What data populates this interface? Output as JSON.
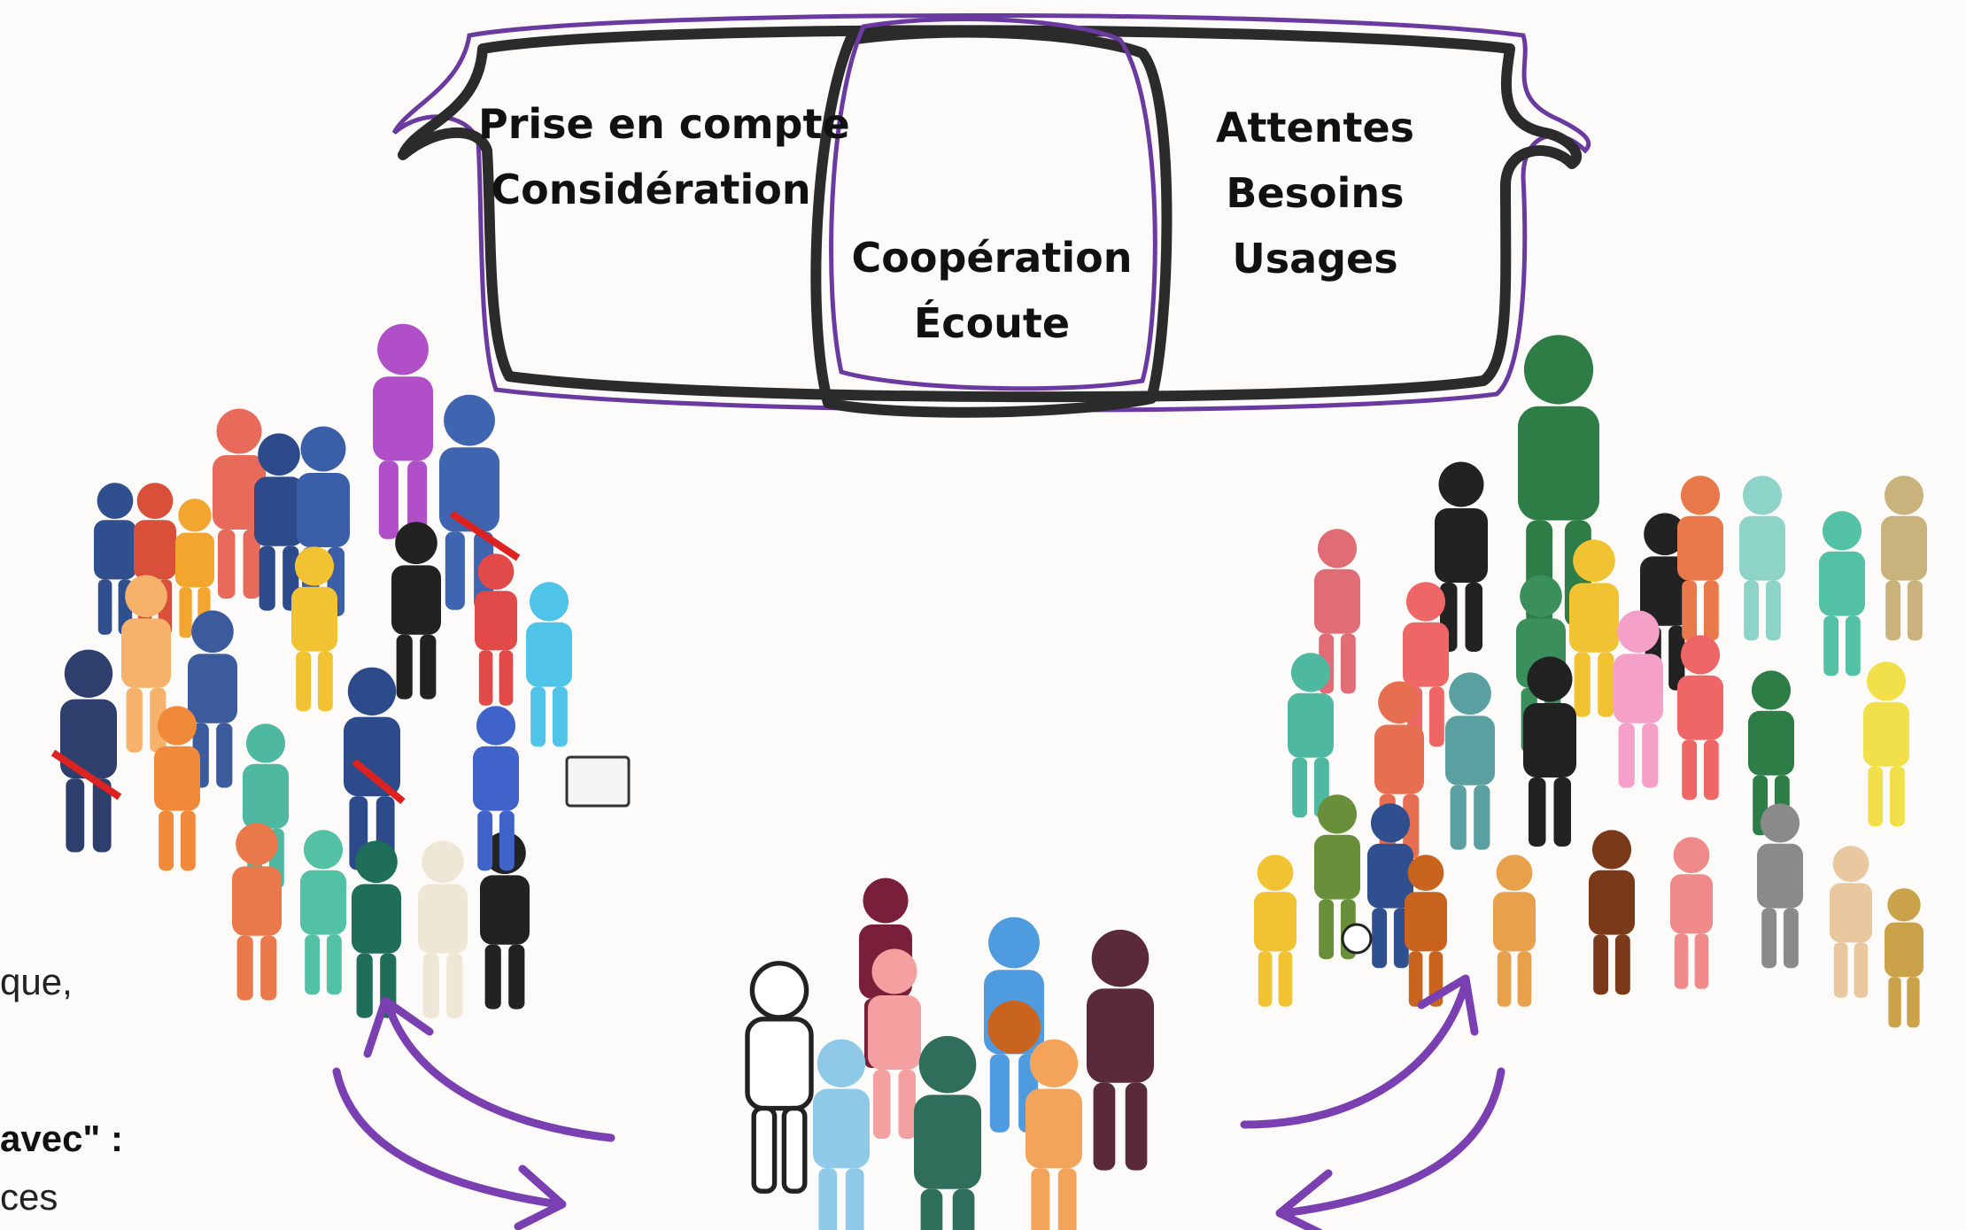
{
  "banner": {
    "left": [
      "Prise en compte",
      "Considération"
    ],
    "middle": [
      "Coopération",
      "Écoute"
    ],
    "right": [
      "Attentes",
      "Besoins",
      "Usages"
    ]
  },
  "side_text": {
    "line1": "que,",
    "line2": "avec\" :",
    "line3": "ces"
  },
  "groups": {
    "left_icon": "crowd-elected-officials-icon",
    "middle_icon": "crowd-teachers-icon",
    "right_icon": "crowd-citizens-icon"
  },
  "colors": {
    "banner_outline": "#2b2b2b",
    "banner_accent": "#6b3aa0",
    "arrows": "#7a3fb0"
  }
}
